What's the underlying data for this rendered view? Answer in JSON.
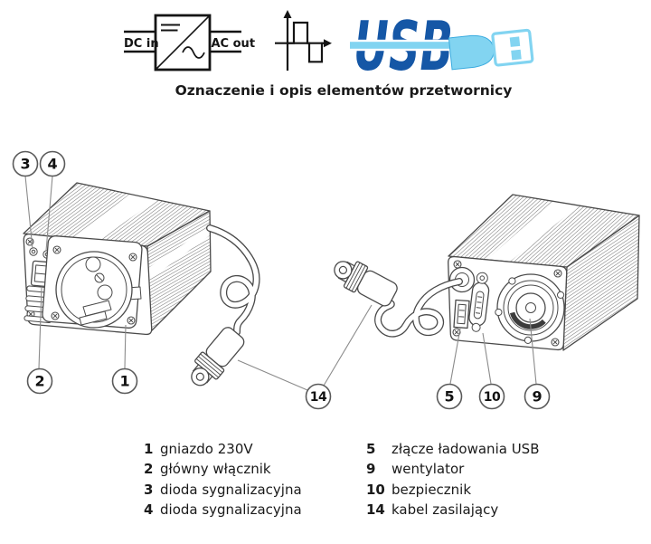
{
  "header": {
    "converter_icon": {
      "name": "dc-ac-converter-symbol",
      "dc_label": "DC in",
      "ac_label": "AC out"
    },
    "waveform_icon": {
      "name": "modified-square-wave-symbol"
    },
    "usb_logo": {
      "name": "usb-logo",
      "text": "USB"
    },
    "title": "Oznaczenie i opis elementów przetwornicy"
  },
  "diagram": {
    "callouts": {
      "c1": "1",
      "c2": "2",
      "c3": "3",
      "c4": "4",
      "c5": "5",
      "c9": "9",
      "c10": "10",
      "c14": "14"
    }
  },
  "legend": {
    "left": [
      {
        "num": "1",
        "label": "gniazdo 230V"
      },
      {
        "num": "2",
        "label": "główny włącznik"
      },
      {
        "num": "3",
        "label": "dioda sygnalizacyjna"
      },
      {
        "num": "4",
        "label": "dioda sygnalizacyjna"
      }
    ],
    "right": [
      {
        "num": "5",
        "label": "złącze ładowania USB"
      },
      {
        "num": "9",
        "label": "wentylator"
      },
      {
        "num": "10",
        "label": "bezpiecznik"
      },
      {
        "num": "14",
        "label": "kabel zasilający"
      }
    ]
  },
  "colors": {
    "usb_dark": "#1557a6",
    "usb_light": "#82d4f1",
    "usb_mid": "#3aabdf",
    "line": "#4a4a4a",
    "icon": "#141414",
    "text": "#1a1a1a"
  }
}
